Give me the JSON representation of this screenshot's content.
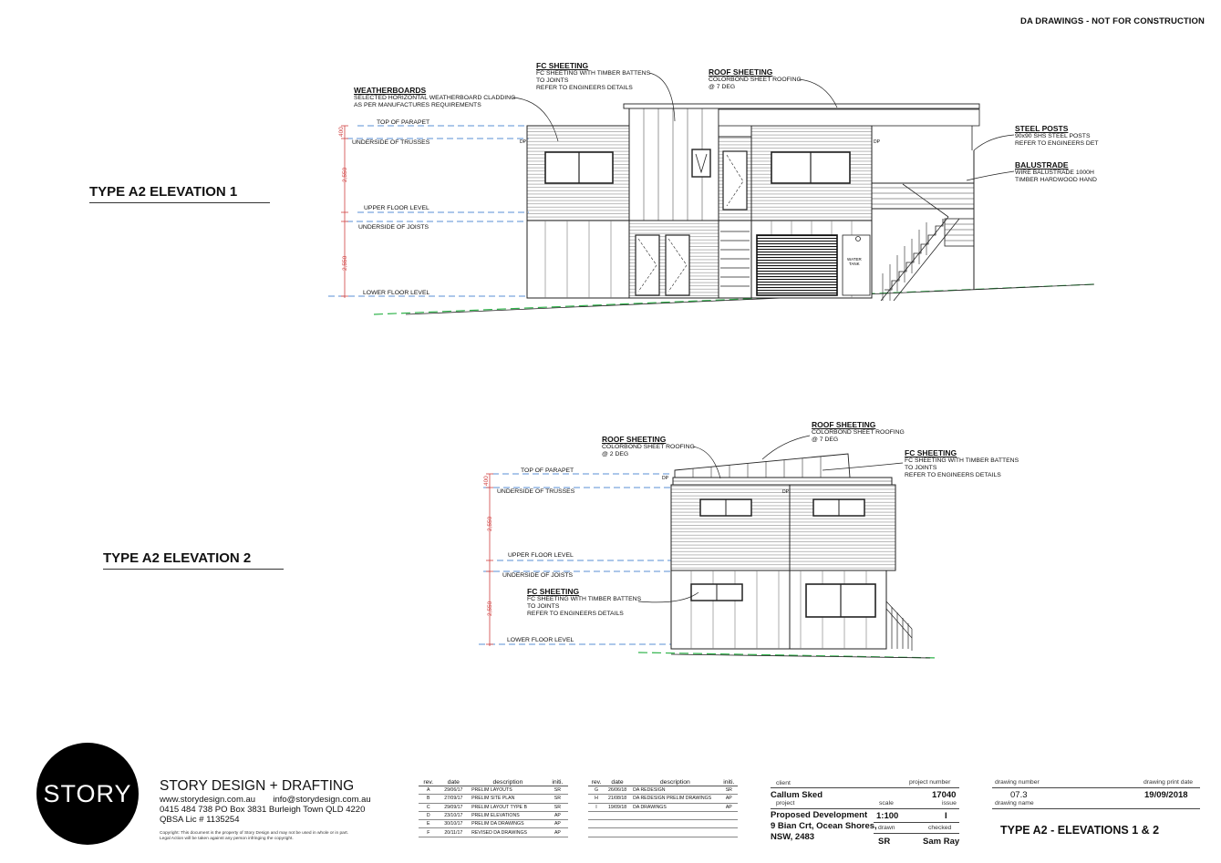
{
  "header": {
    "notice": "DA DRAWINGS - NOT FOR CONSTRUCTION"
  },
  "elevation1": {
    "title": "TYPE A2  ELEVATION 1",
    "callouts": {
      "weatherboards": {
        "head": "WEATHERBOARDS",
        "lines": [
          "SELECTED HORIZONTAL WEATHERBOARD CLADDING",
          "AS PER MANUFACTURES REQUIREMENTS"
        ]
      },
      "fc_sheeting": {
        "head": "FC SHEETING",
        "lines": [
          "FC SHEETING WITH TIMBER BATTENS",
          "TO JOINTS",
          "REFER TO ENGINEERS DETAILS"
        ]
      },
      "roof_sheeting": {
        "head": "ROOF SHEETING",
        "lines": [
          "COLORBOND SHEET ROOFING",
          "@ 7 DEG"
        ]
      },
      "steel_posts": {
        "head": "STEEL POSTS",
        "lines": [
          "90x90 SHS STEEL POSTS",
          "REFER TO ENGINEERS DET"
        ]
      },
      "balustrade": {
        "head": "BALUSTRADE",
        "lines": [
          "WIRE BALUSTRADE 1000H",
          "TIMBER HARDWOOD HAND"
        ]
      }
    },
    "levels": {
      "top_of_parapet": "TOP OF PARAPET",
      "underside_of_trusses": "UNDERSIDE OF TRUSSES",
      "upper_floor_level": "UPPER FLOOR LEVEL",
      "underside_of_joists": "UNDERSIDE OF JOISTS",
      "lower_floor_level": "LOWER FLOOR LEVEL"
    },
    "dims": {
      "d1": "400",
      "d2": "2,550",
      "d3": "2,550"
    },
    "dp": "DP",
    "tank": [
      "WATER",
      "TANK"
    ]
  },
  "elevation2": {
    "title": "TYPE A2  ELEVATION 2",
    "callouts": {
      "roof_sheeting_left": {
        "head": "ROOF SHEETING",
        "lines": [
          "COLORBOND SHEET ROOFING",
          "@ 2 DEG"
        ]
      },
      "roof_sheeting_right": {
        "head": "ROOF SHEETING",
        "lines": [
          "COLORBOND SHEET ROOFING",
          "@ 7 DEG"
        ]
      },
      "fc_sheeting_right": {
        "head": "FC SHEETING",
        "lines": [
          "FC SHEETING WITH TIMBER BATTENS",
          "TO JOINTS",
          "REFER TO ENGINEERS DETAILS"
        ]
      },
      "fc_sheeting_left": {
        "head": "FC SHEETING",
        "lines": [
          "FC SHEETING WITH TIMBER BATTENS",
          "TO JOINTS",
          "REFER TO ENGINEERS DETAILS"
        ]
      }
    },
    "levels": {
      "top_of_parapet": "TOP OF PARAPET",
      "underside_of_trusses": "UNDERSIDE OF TRUSSES",
      "upper_floor_level": "UPPER FLOOR LEVEL",
      "underside_of_joists": "UNDERSIDE OF JOISTS",
      "lower_floor_level": "LOWER FLOOR LEVEL"
    },
    "dims": {
      "d1": "400",
      "d2": "2,550",
      "d3": "2,550"
    },
    "dp": "DP"
  },
  "company": {
    "logo": "STORY",
    "name": "STORY DESIGN + DRAFTING",
    "web": "www.storydesign.com.au",
    "email": "info@storydesign.com.au",
    "phone_address": "0415 484 738   PO Box 3831 Burleigh Town QLD 4220",
    "qbsa": "QBSA Lic # 1135254",
    "copyright": [
      "Copyright: This document is the property of Story Design and may not be used in whole or in part.",
      "Legal Action will be taken against any person infringing the copyright."
    ]
  },
  "revisions": {
    "headers": [
      "rev.",
      "date",
      "description",
      "initi."
    ],
    "left": [
      [
        "A",
        "29/06/17",
        "PRELIM LAYOUTS",
        "SR"
      ],
      [
        "B",
        "27/09/17",
        "PRELIM SITE PLAN",
        "SR"
      ],
      [
        "C",
        "29/09/17",
        "PRELIM LAYOUT TYPE B",
        "SR"
      ],
      [
        "D",
        "23/10/17",
        "PRELIM ELEVATIONS",
        "AP"
      ],
      [
        "E",
        "30/10/17",
        "PRELIM DA DRAWINGS",
        "AP"
      ],
      [
        "F",
        "20/11/17",
        "REVISED DA DRAWINGS",
        "AP"
      ]
    ],
    "right": [
      [
        "G",
        "26/06/18",
        "DA REDESIGN",
        "SR"
      ],
      [
        "H",
        "21/08/18",
        "DA REDESIGN PRELIM DRAWINGS",
        "AP"
      ],
      [
        "I",
        "19/09/18",
        "DA DRAWINGS",
        "AP"
      ],
      [
        "",
        "",
        "",
        ""
      ],
      [
        "",
        "",
        "",
        ""
      ],
      [
        "",
        "",
        "",
        ""
      ]
    ]
  },
  "title_block": {
    "client_label": "client",
    "client": "Callum Sked",
    "project_number_label": "project number",
    "project_number": "17040",
    "project_label": "project",
    "project": [
      "Proposed Development",
      "9 Bian Crt, Ocean Shores,",
      "NSW, 2483"
    ],
    "scale_label": "scale",
    "scale": "1:100",
    "issue_label": "issue",
    "issue": "I",
    "drawn_label": "drawn",
    "drawn": "SR",
    "checked_label": "checked",
    "checked": "Sam Ray",
    "drawing_number_label": "drawing number",
    "drawing_number": "07.3",
    "print_date_label": "drawing print date",
    "print_date": "19/09/2018",
    "drawing_name_label": "drawing name",
    "drawing_name": "TYPE A2 - ELEVATIONS 1 & 2"
  }
}
